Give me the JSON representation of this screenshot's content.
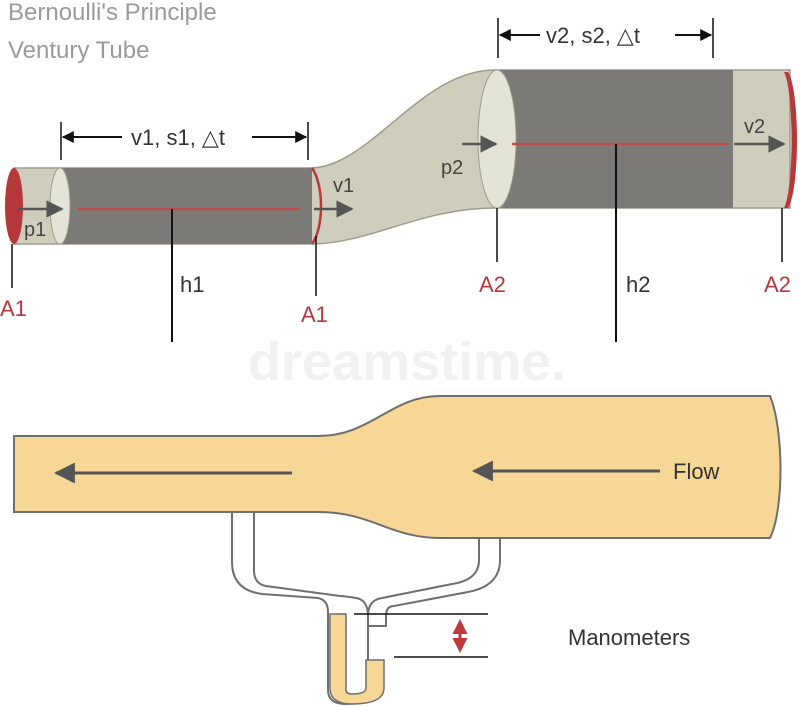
{
  "title": {
    "line1": "Bernoulli's Principle",
    "line2": "Ventury Tube"
  },
  "upper_diagram": {
    "segment1_label": "v1, s1, △t",
    "segment2_label": "v2, s2, △t",
    "v1": "v1",
    "v2": "v2",
    "p1": "p1",
    "p2": "p2",
    "h1": "h1",
    "h2": "h2",
    "a1_left": "A1",
    "a1_right": "A1",
    "a2_left": "A2",
    "a2_right": "A2"
  },
  "lower_diagram": {
    "flow_label": "Flow",
    "manometers_label": "Manometers"
  },
  "watermark": "dreamstime.",
  "colors": {
    "pipe_outer": "#cfcdbb",
    "pipe_inner": "#7b7a76",
    "end_cap": "#b5383b",
    "flow_line": "#c14b4b",
    "tube_fill": "#f7d795",
    "tube_stroke": "#6f6f6f",
    "title_text": "#9a9a9a",
    "label_red": "#b5383b"
  }
}
